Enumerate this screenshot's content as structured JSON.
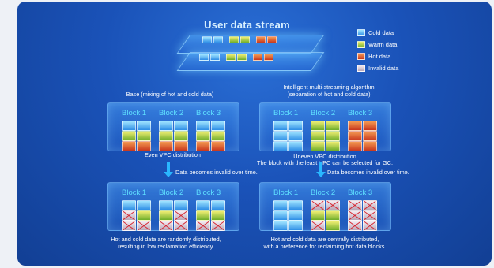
{
  "title": "User data stream",
  "legend": [
    {
      "label": "Cold data",
      "kind": "cold"
    },
    {
      "label": "Warm data",
      "kind": "warm"
    },
    {
      "label": "Hot data",
      "kind": "hot"
    },
    {
      "label": "Invalid data",
      "kind": "invalid"
    }
  ],
  "stream_rows": [
    [
      "cold",
      "cold",
      "warm",
      "warm",
      "hot",
      "hot"
    ],
    [
      "cold",
      "cold",
      "warm",
      "warm",
      "hot",
      "hot"
    ]
  ],
  "left": {
    "heading": "Base (mixing of hot and cold data)",
    "block_labels": [
      "Block 1",
      "Block 2",
      "Block 3"
    ],
    "top_caption": "Even VPC distribution",
    "arrow_text": "Data becomes invalid over time.",
    "top_blocks": [
      [
        [
          "cold",
          "cold"
        ],
        [
          "warm",
          "warm"
        ],
        [
          "hot",
          "hot"
        ]
      ],
      [
        [
          "cold",
          "cold"
        ],
        [
          "warm",
          "warm"
        ],
        [
          "hot",
          "hot"
        ]
      ],
      [
        [
          "cold",
          "cold"
        ],
        [
          "warm",
          "warm"
        ],
        [
          "hot",
          "hot"
        ]
      ]
    ],
    "bottom_blocks": [
      [
        [
          "cold",
          "cold"
        ],
        [
          "invalid",
          "warm"
        ],
        [
          "invalid",
          "invalid"
        ]
      ],
      [
        [
          "cold",
          "cold"
        ],
        [
          "warm",
          "invalid"
        ],
        [
          "invalid",
          "invalid"
        ]
      ],
      [
        [
          "cold",
          "cold"
        ],
        [
          "warm",
          "warm"
        ],
        [
          "invalid",
          "invalid"
        ]
      ]
    ],
    "bottom_caption": [
      "Hot and cold data are randomly distributed,",
      "resulting in low reclamation efficiency."
    ]
  },
  "right": {
    "heading": [
      "Intelligent multi-streaming algorithm",
      "(separation of hot and cold data)"
    ],
    "block_labels": [
      "Block 1",
      "Block 2",
      "Block 3"
    ],
    "top_caption": [
      "Uneven VPC distribution",
      "The block with the least VPC can be selected for GC."
    ],
    "arrow_text": "Data becomes invalid over time.",
    "top_blocks": [
      [
        [
          "cold",
          "cold"
        ],
        [
          "cold",
          "cold"
        ],
        [
          "cold",
          "cold"
        ]
      ],
      [
        [
          "warm",
          "warm"
        ],
        [
          "warm",
          "warm"
        ],
        [
          "warm",
          "warm"
        ]
      ],
      [
        [
          "hot",
          "hot"
        ],
        [
          "hot",
          "hot"
        ],
        [
          "hot",
          "hot"
        ]
      ]
    ],
    "bottom_blocks": [
      [
        [
          "cold",
          "cold"
        ],
        [
          "cold",
          "cold"
        ],
        [
          "cold",
          "cold"
        ]
      ],
      [
        [
          "invalid",
          "invalid"
        ],
        [
          "warm",
          "warm"
        ],
        [
          "invalid",
          "warm"
        ]
      ],
      [
        [
          "invalid",
          "invalid"
        ],
        [
          "invalid",
          "invalid"
        ],
        [
          "invalid",
          "invalid"
        ]
      ]
    ],
    "bottom_caption": [
      "Hot and cold data are centrally distributed,",
      "with a preference for reclaiming hot data blocks."
    ]
  },
  "colors": {
    "panel": "#1a52b8",
    "label": "#5fe0ff",
    "arrow": "#2ab7ff",
    "strike": "#d62a35"
  }
}
